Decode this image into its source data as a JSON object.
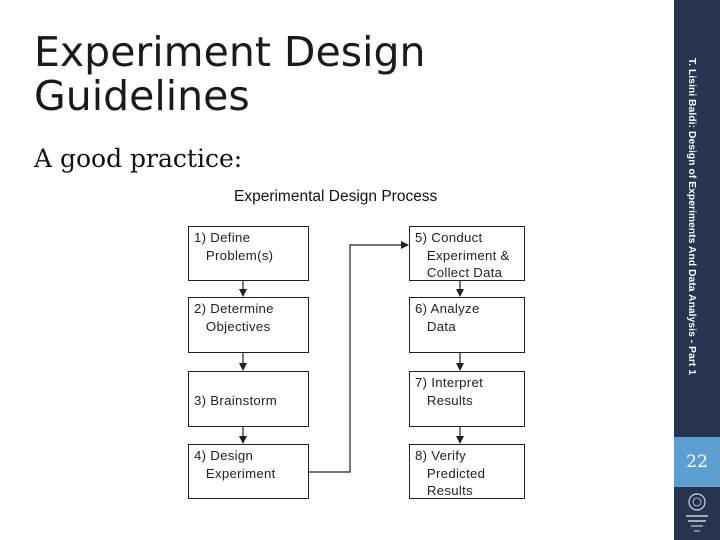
{
  "slide": {
    "title": "Experiment Design Guidelines",
    "subtitle": "A good practice:",
    "side_text": "T. Lisini Baldi: Design of Experiments And Data Analysis - Part 1",
    "page_number": "22"
  },
  "diagram": {
    "title": "Experimental Design Process",
    "steps": [
      {
        "label": "1) Define\n   Problem(s)"
      },
      {
        "label": "2) Determine\n   Objectives"
      },
      {
        "label": "\n3) Brainstorm"
      },
      {
        "label": "4) Design\n   Experiment"
      },
      {
        "label": "5) Conduct\n   Experiment &\n   Collect Data"
      },
      {
        "label": "6) Analyze\n   Data"
      },
      {
        "label": "7) Interpret\n   Results"
      },
      {
        "label": "8) Verify\n   Predicted\n   Results"
      }
    ]
  },
  "colors": {
    "sidebar": "#26344f",
    "page_box": "#5d9ed0"
  }
}
